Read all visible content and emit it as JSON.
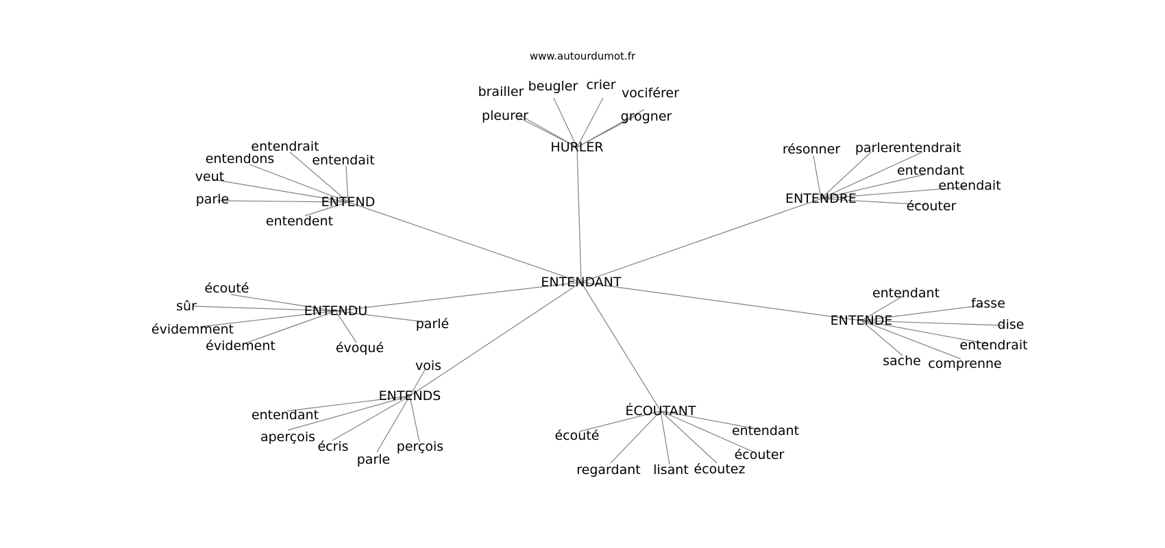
{
  "source": "www.autourdumot.fr",
  "center": "ENTENDANT",
  "clusters": [
    {
      "hub": "HURLER",
      "words": [
        "brailler",
        "beugler",
        "crier",
        "vociférer",
        "pleurer",
        "grogner"
      ]
    },
    {
      "hub": "ENTEND",
      "words": [
        "entendrait",
        "entendons",
        "entendait",
        "veut",
        "parle",
        "entendent"
      ]
    },
    {
      "hub": "ENTENDRE",
      "words": [
        "résonner",
        "parler",
        "entendrait",
        "entendant",
        "entendait",
        "écouter"
      ]
    },
    {
      "hub": "ENTENDU",
      "words": [
        "écouté",
        "sûr",
        "évidemment",
        "évidement",
        "parlé",
        "évoqué"
      ]
    },
    {
      "hub": "ENTENDE",
      "words": [
        "entendant",
        "fasse",
        "dise",
        "entendrait",
        "sache",
        "comprenne"
      ]
    },
    {
      "hub": "ENTENDS",
      "words": [
        "vois",
        "entendant",
        "aperçois",
        "écris",
        "parle",
        "perçois"
      ]
    },
    {
      "hub": "ÉCOUTANT",
      "words": [
        "écouté",
        "entendant",
        "écouter",
        "regardant",
        "lisant",
        "écoutez"
      ]
    }
  ]
}
